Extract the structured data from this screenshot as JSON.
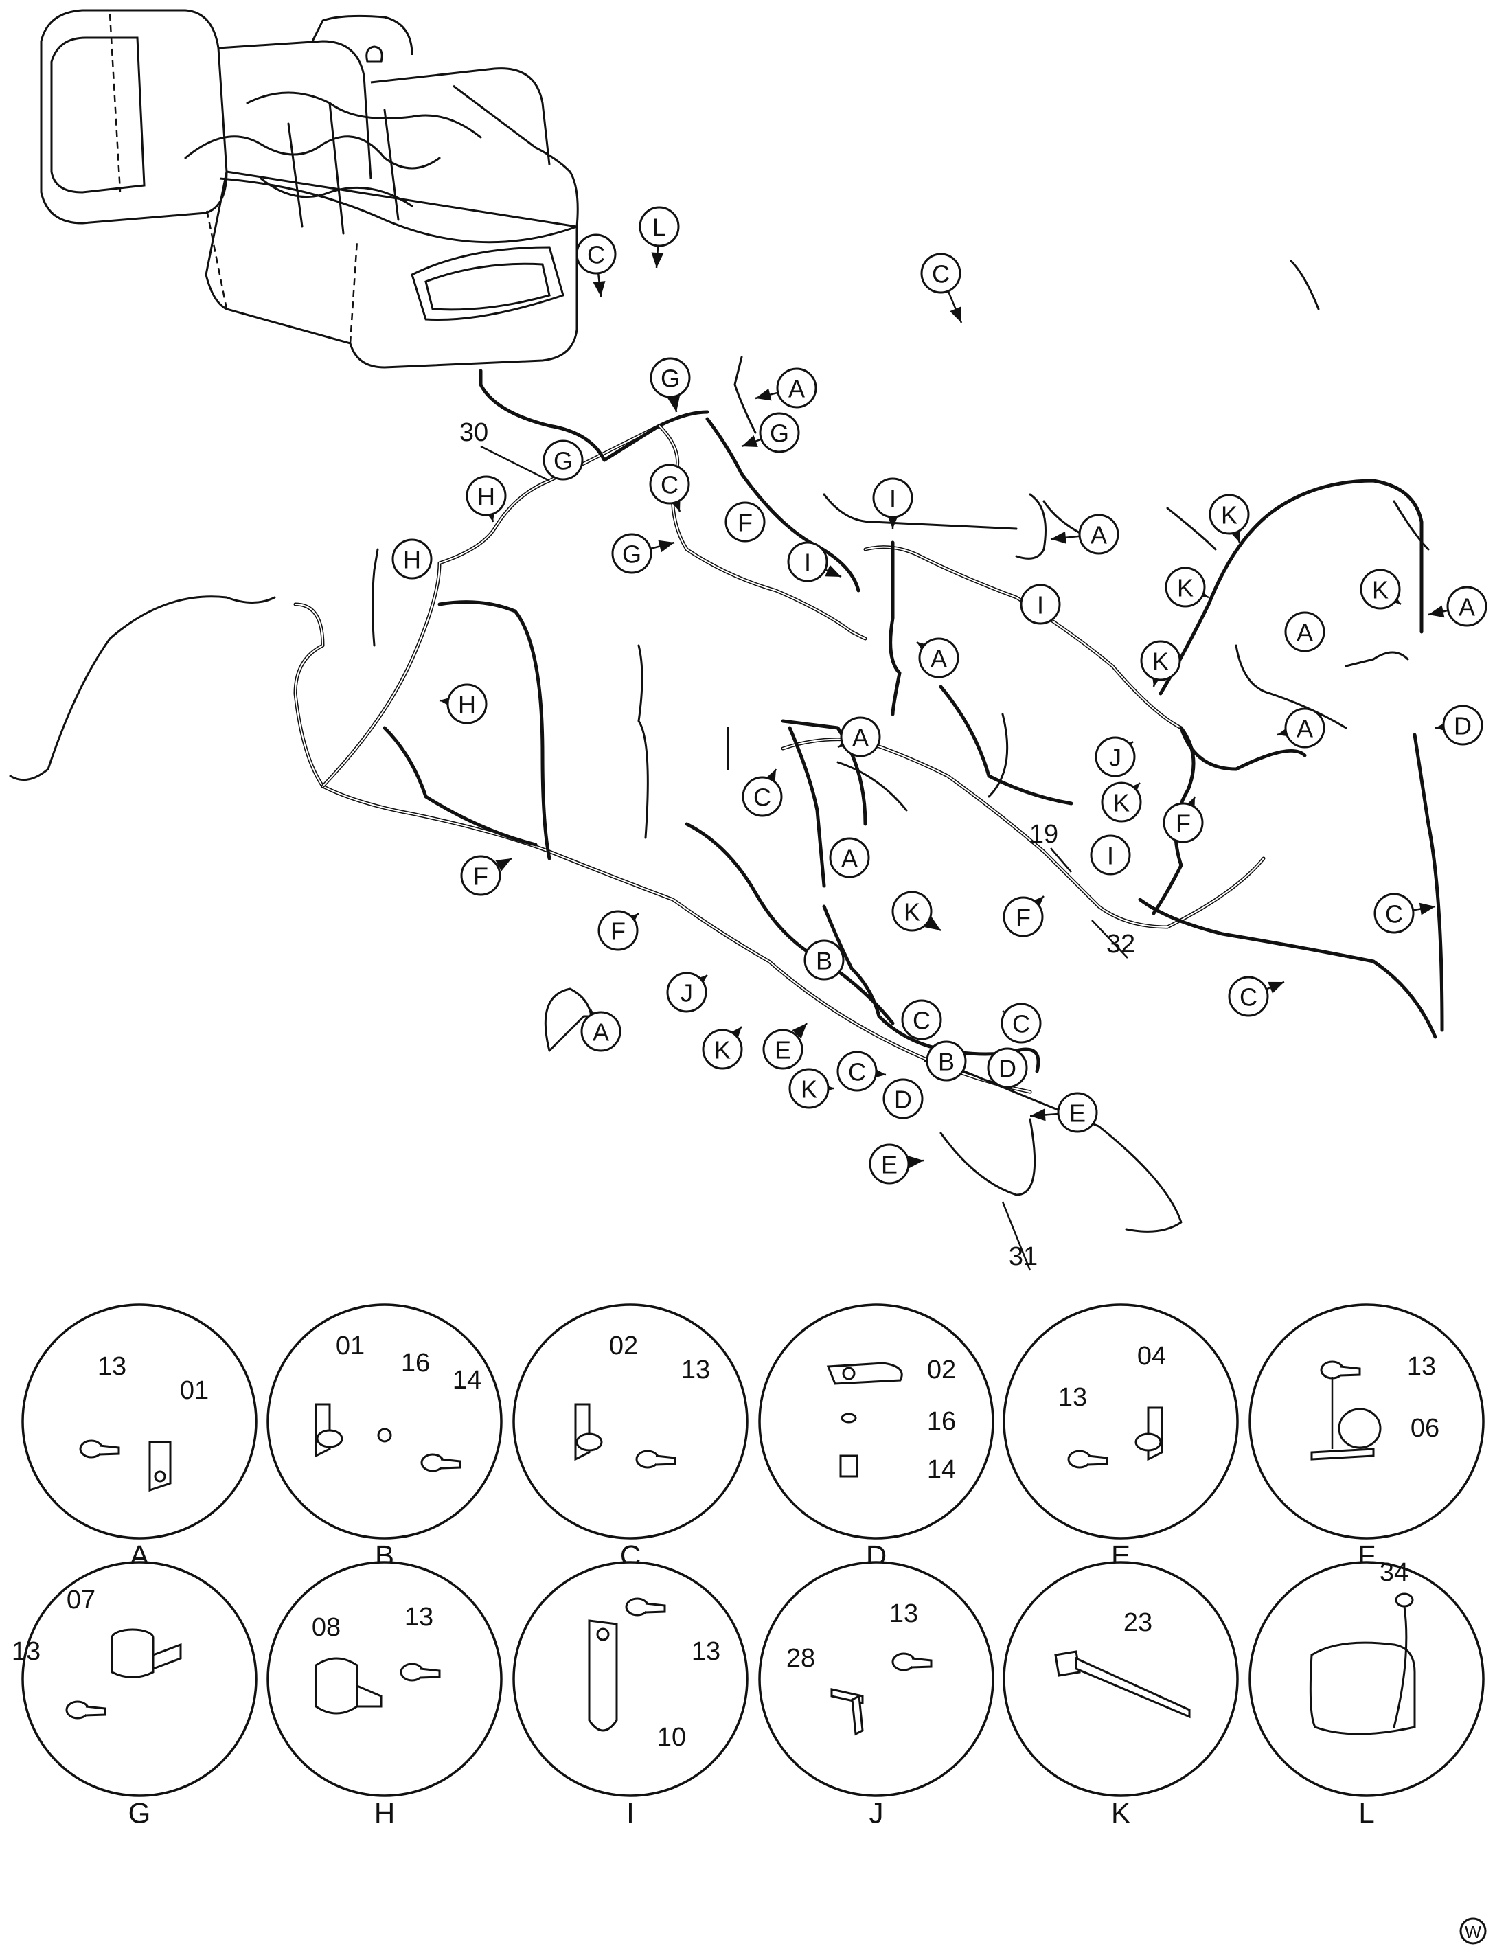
{
  "main_view": {
    "callouts": [
      "C",
      "L",
      "C",
      "G",
      "A",
      "G",
      "G",
      "C",
      "F",
      "G",
      "H",
      "H",
      "I",
      "A",
      "I",
      "A",
      "I",
      "K",
      "K",
      "A",
      "K",
      "A",
      "A",
      "C",
      "K",
      "J",
      "K",
      "F",
      "A",
      "A",
      "D",
      "H",
      "F",
      "F",
      "A",
      "J",
      "K",
      "E",
      "B",
      "C",
      "C",
      "K",
      "F",
      "I",
      "C",
      "C",
      "C",
      "B",
      "D",
      "D",
      "K",
      "E",
      "E"
    ],
    "part_numbers": [
      "30",
      "19",
      "32",
      "31"
    ]
  },
  "details": [
    {
      "letter": "A",
      "parts": [
        "13",
        "01"
      ]
    },
    {
      "letter": "B",
      "parts": [
        "01",
        "16",
        "14"
      ]
    },
    {
      "letter": "C",
      "parts": [
        "02",
        "13"
      ]
    },
    {
      "letter": "D",
      "parts": [
        "02",
        "16",
        "14"
      ]
    },
    {
      "letter": "E",
      "parts": [
        "04",
        "13"
      ]
    },
    {
      "letter": "F",
      "parts": [
        "13",
        "06"
      ]
    },
    {
      "letter": "G",
      "parts": [
        "07",
        "13"
      ]
    },
    {
      "letter": "H",
      "parts": [
        "08",
        "13"
      ]
    },
    {
      "letter": "I",
      "parts": [
        "13",
        "10"
      ]
    },
    {
      "letter": "J",
      "parts": [
        "28",
        "13"
      ]
    },
    {
      "letter": "K",
      "parts": [
        "23"
      ]
    },
    {
      "letter": "L",
      "parts": [
        "34"
      ]
    }
  ],
  "corner_mark": "W"
}
